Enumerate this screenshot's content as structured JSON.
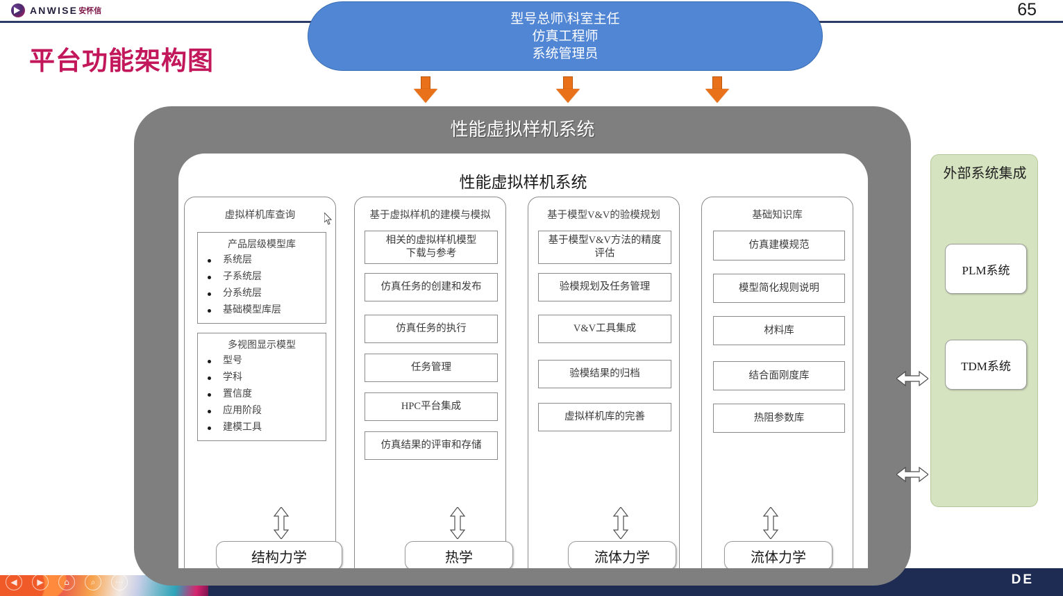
{
  "header": {
    "logo_text": "ANWISE",
    "logo_cjk": "安怀信",
    "page_number": "65"
  },
  "slide": {
    "title": "平台功能架构图"
  },
  "role_banner": {
    "lines": [
      "型号总师\\科室主任",
      "仿真工程师",
      "系统管理员"
    ],
    "color": "#5186D4"
  },
  "system": {
    "outer_title": "性能虚拟样机系统",
    "inner_title": "性能虚拟样机系统",
    "outer_color": "#7F7F7F",
    "columns": [
      {
        "title": "虚拟样机库查询",
        "bullet_boxes": [
          {
            "head": "产品层级模型库",
            "items": [
              "系统层",
              "子系统层",
              "分系统层",
              "基础模型库层"
            ]
          },
          {
            "head": "多视图显示模型",
            "items": [
              "型号",
              "学科",
              "置信度",
              "应用阶段",
              "建模工具"
            ]
          }
        ]
      },
      {
        "title": "基于虚拟样机的建模与模拟",
        "items": [
          "相关的虚拟样机模型\n下载与参考",
          "仿真任务的创建和发布",
          "仿真任务的执行",
          "任务管理",
          "HPC平台集成",
          "仿真结果的评审和存储"
        ]
      },
      {
        "title": "基于模型V&V的验模规划",
        "items": [
          "基于模型V&V方法的精度\n评估",
          "验模规划及任务管理",
          "V&V工具集成",
          "验模结果的归档",
          "虚拟样机库的完善"
        ]
      },
      {
        "title": "基础知识库",
        "items": [
          "仿真建模规范",
          "模型简化规则说明",
          "材料库",
          "结合面刚度库",
          "热阻参数库"
        ]
      }
    ]
  },
  "external": {
    "title": "外部系统集成",
    "color": "#D6E3C0",
    "systems": [
      "PLM系统",
      "TDM系统"
    ]
  },
  "disciplines": [
    "结构力学",
    "热学",
    "流体力学",
    "流体力学"
  ],
  "taskbar": {
    "icons": [
      "back-icon",
      "forward-icon",
      "home-icon",
      "search-icon",
      "more-icon"
    ],
    "right_label": "DE"
  }
}
